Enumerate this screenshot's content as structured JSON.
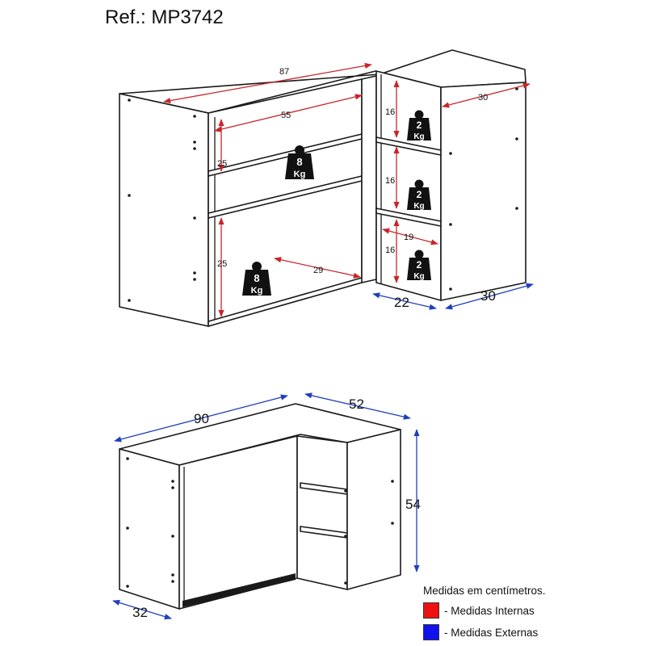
{
  "reference": "Ref.: MP3742",
  "internal_dimensions": {
    "top_width": "87",
    "shelf_width": "55",
    "lower_depth": "29",
    "upper_height": "25",
    "lower_height": "25",
    "side_depth": "30",
    "side_niche_1": "16",
    "side_niche_2": "16",
    "side_niche_3": "16",
    "side_inner_width": "19"
  },
  "external_dimensions_top": {
    "side_width": "22",
    "side_depth": "30"
  },
  "weights": {
    "large_1": {
      "value": "8",
      "unit": "Kg"
    },
    "large_2": {
      "value": "8",
      "unit": "Kg"
    },
    "small_1": {
      "value": "2",
      "unit": "Kg"
    },
    "small_2": {
      "value": "2",
      "unit": "Kg"
    },
    "small_3": {
      "value": "2",
      "unit": "Kg"
    }
  },
  "external_dimensions": {
    "width": "90",
    "side_length": "52",
    "height": "54",
    "depth": "32"
  },
  "legend": {
    "title": "Medidas em centímetros.",
    "internal_label": "- Medidas Internas",
    "internal_color": "#ee1111",
    "external_label": "- Medidas Externas",
    "external_color": "#1111ee"
  },
  "colors": {
    "internal_arrows": "#c8262b",
    "external_arrows": "#1f3fbf",
    "weight_icon": "#111111"
  }
}
